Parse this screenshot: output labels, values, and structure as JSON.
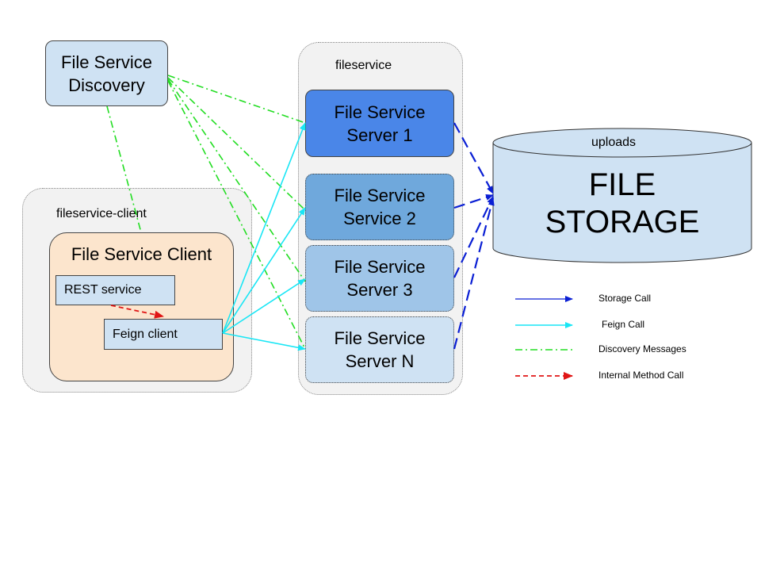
{
  "groups": {
    "fileservice": "fileservice",
    "client": "fileservice-client"
  },
  "nodes": {
    "discovery": "File Service\nDiscovery",
    "client": "File Service Client",
    "rest": "REST service",
    "feign": "Feign client",
    "server1": "File Service\nServer 1",
    "service2": "File Service\nService 2",
    "server3": "File Service\nServer 3",
    "serverN": "File Service\nServer N"
  },
  "storage": {
    "top_label": "uploads",
    "title_line1": "FILE",
    "title_line2": "STORAGE"
  },
  "legend": {
    "storage": "Storage Call",
    "feign": "Feign Call",
    "discovery": "Discovery Messages",
    "internal": "Internal Method Call"
  },
  "colors": {
    "storage_call": "#0a1fd4",
    "feign_call": "#19e6f5",
    "discovery": "#22dd22",
    "internal": "#e01515",
    "server1": "#4a86e8",
    "service2": "#6fa8dc",
    "server3": "#9fc5e8",
    "serverN": "#cfe2f3",
    "client_fill": "#fce5cd",
    "node_fill": "#cfe2f3",
    "storage_fill": "#cfe2f3"
  }
}
